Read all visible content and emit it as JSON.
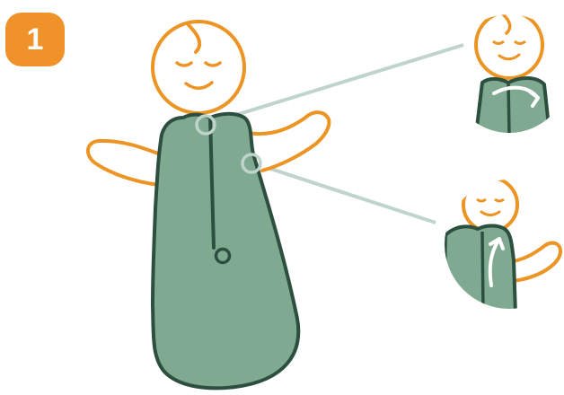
{
  "step": {
    "number": "1"
  },
  "colors": {
    "badge": "#f0922a",
    "skin_outline": "#ec9424",
    "sleeve_bag_fill": "#7fa991",
    "sleeve_bag_outline": "#2d4f3f",
    "zoom_callout": "#bfd4ca",
    "arrow": "#ffffff",
    "background": "#ffffff"
  },
  "illustration": {
    "main_figure": "baby-in-sleep-sack",
    "callouts": [
      {
        "name": "neck-snap-detail",
        "arrow": "curved-arrow-icon"
      },
      {
        "name": "armhole-snap-detail",
        "arrow": "curved-arrow-icon"
      }
    ]
  }
}
